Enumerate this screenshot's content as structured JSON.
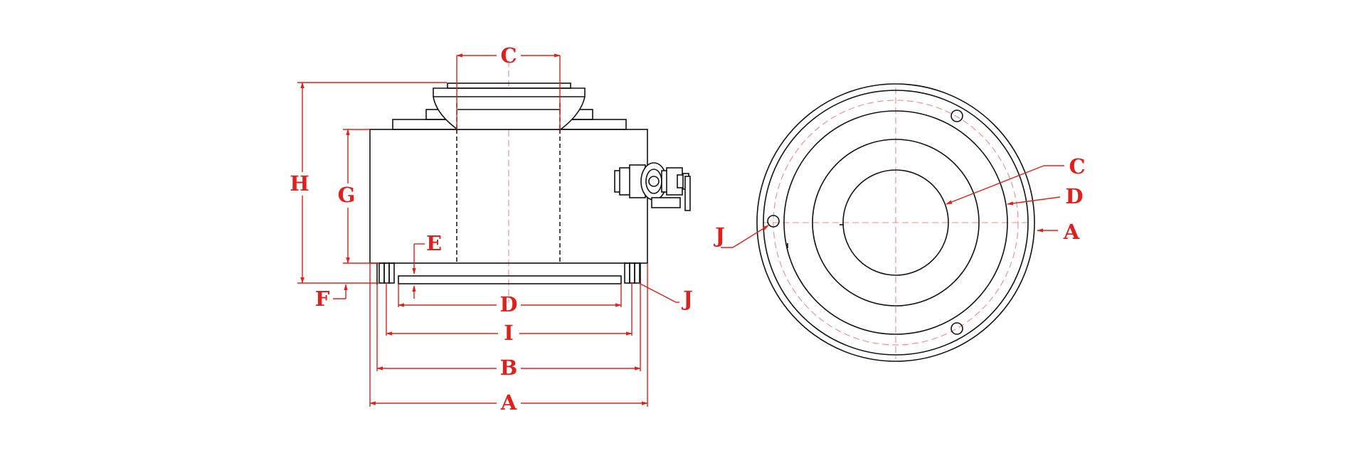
{
  "colors": {
    "dimension": "#e0201c",
    "centerline": "#ef8a8a",
    "outline": "#111111"
  },
  "side_view": {
    "labels": {
      "C": "C",
      "H": "H",
      "G": "G",
      "E": "E",
      "F": "F",
      "D": "D",
      "J": "J",
      "I": "I",
      "B": "B",
      "A": "A"
    }
  },
  "top_view": {
    "labels": {
      "C": "C",
      "D": "D",
      "A": "A",
      "J": "J"
    }
  }
}
